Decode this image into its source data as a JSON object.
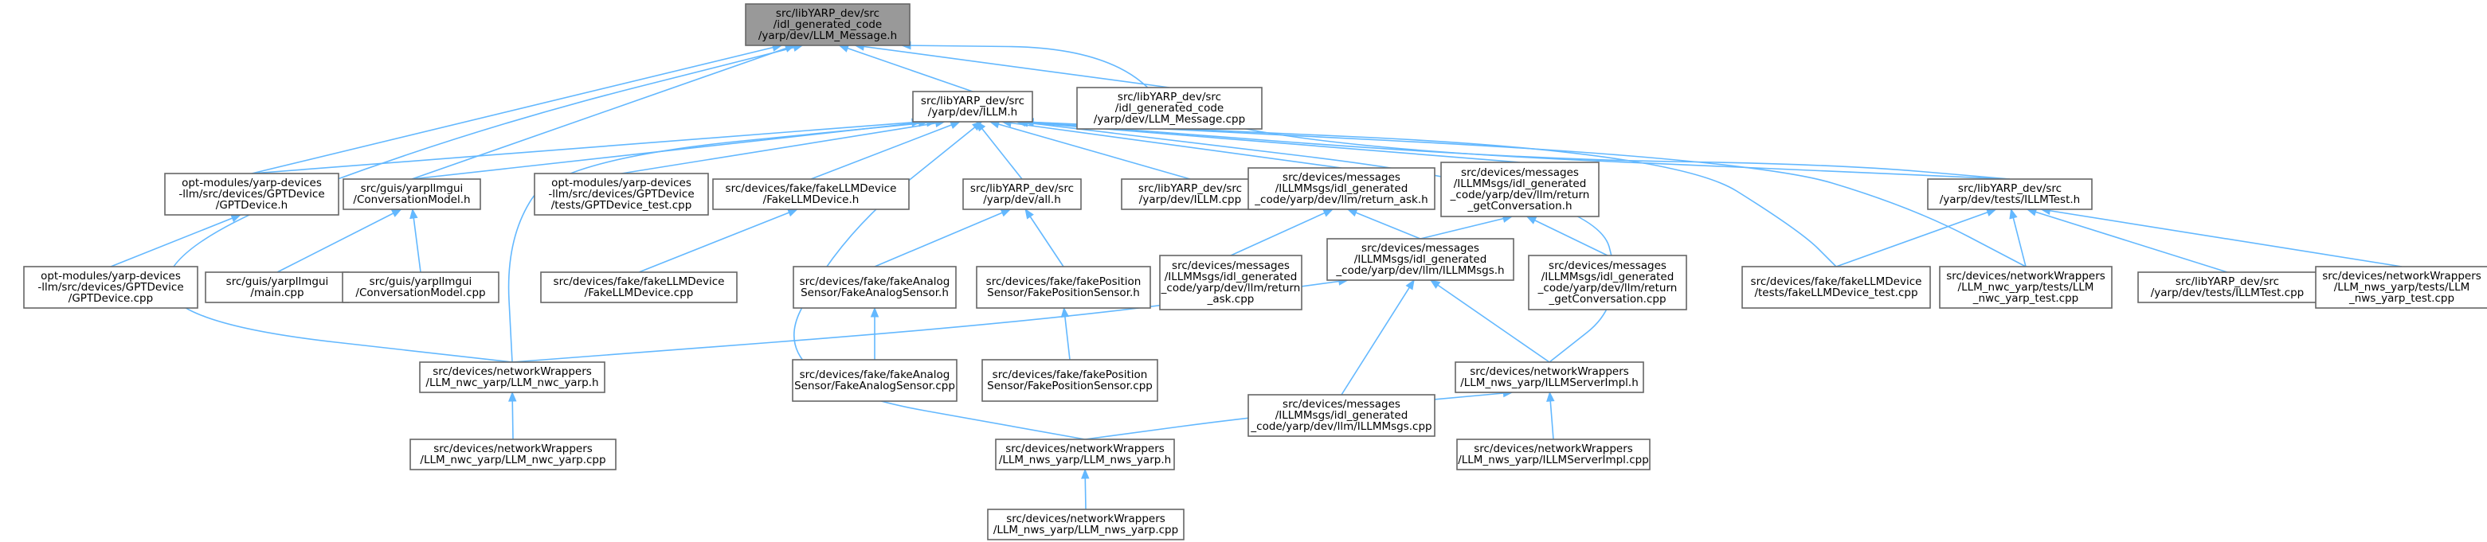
{
  "graph": {
    "nodes": [
      {
        "id": "llm_message_h",
        "lines": [
          "src/libYARP_dev/src",
          "/idl_generated_code",
          "/yarp/dev/LLM_Message.h"
        ],
        "highlight": true
      },
      {
        "id": "illm_h",
        "lines": [
          "src/libYARP_dev/src",
          "/yarp/dev/ILLM.h"
        ]
      },
      {
        "id": "llm_message_cpp",
        "lines": [
          "src/libYARP_dev/src",
          "/idl_generated_code",
          "/yarp/dev/LLM_Message.cpp"
        ]
      },
      {
        "id": "gptdevice_h",
        "lines": [
          "opt-modules/yarp-devices",
          "-llm/src/devices/GPTDevice",
          "/GPTDevice.h"
        ]
      },
      {
        "id": "conversationmodel_h",
        "lines": [
          "src/guis/yarpllmgui",
          "/ConversationModel.h"
        ]
      },
      {
        "id": "gptdevice_test_cpp",
        "lines": [
          "opt-modules/yarp-devices",
          "-llm/src/devices/GPTDevice",
          "/tests/GPTDevice_test.cpp"
        ]
      },
      {
        "id": "fakellmdevice_h",
        "lines": [
          "src/devices/fake/fakeLLMDevice",
          "/FakeLLMDevice.h"
        ]
      },
      {
        "id": "all_h",
        "lines": [
          "src/libYARP_dev/src",
          "/yarp/dev/all.h"
        ]
      },
      {
        "id": "illm_cpp",
        "lines": [
          "src/libYARP_dev/src",
          "/yarp/dev/ILLM.cpp"
        ]
      },
      {
        "id": "return_ask_h",
        "lines": [
          "src/devices/messages",
          "/ILLMMsgs/idl_generated",
          "_code/yarp/dev/llm/return_ask.h"
        ]
      },
      {
        "id": "return_getconversation_h",
        "lines": [
          "src/devices/messages",
          "/ILLMMsgs/idl_generated",
          "_code/yarp/dev/llm/return",
          "_getConversation.h"
        ]
      },
      {
        "id": "illmtest_h",
        "lines": [
          "src/libYARP_dev/src",
          "/yarp/dev/tests/ILLMTest.h"
        ]
      },
      {
        "id": "gptdevice_cpp",
        "lines": [
          "opt-modules/yarp-devices",
          "-llm/src/devices/GPTDevice",
          "/GPTDevice.cpp"
        ]
      },
      {
        "id": "main_cpp",
        "lines": [
          "src/guis/yarpllmgui",
          "/main.cpp"
        ]
      },
      {
        "id": "conversationmodel_cpp",
        "lines": [
          "src/guis/yarpllmgui",
          "/ConversationModel.cpp"
        ]
      },
      {
        "id": "fakellmdevice_cpp",
        "lines": [
          "src/devices/fake/fakeLLMDevice",
          "/FakeLLMDevice.cpp"
        ]
      },
      {
        "id": "fakeanalogsensor_h",
        "lines": [
          "src/devices/fake/fakeAnalog",
          "Sensor/FakeAnalogSensor.h"
        ]
      },
      {
        "id": "fakepositionsensor_h",
        "lines": [
          "src/devices/fake/fakePosition",
          "Sensor/FakePositionSensor.h"
        ]
      },
      {
        "id": "return_ask_cpp",
        "lines": [
          "src/devices/messages",
          "/ILLMMsgs/idl_generated",
          "_code/yarp/dev/llm/return",
          "_ask.cpp"
        ]
      },
      {
        "id": "illmmsgs_h",
        "lines": [
          "src/devices/messages",
          "/ILLMMsgs/idl_generated",
          "_code/yarp/dev/llm/ILLMMsgs.h"
        ]
      },
      {
        "id": "return_getconversation_cpp",
        "lines": [
          "src/devices/messages",
          "/ILLMMsgs/idl_generated",
          "_code/yarp/dev/llm/return",
          "_getConversation.cpp"
        ]
      },
      {
        "id": "fakellmdevice_test_cpp",
        "lines": [
          "src/devices/fake/fakeLLMDevice",
          "/tests/fakeLLMDevice_test.cpp"
        ]
      },
      {
        "id": "llm_nwc_yarp_test_cpp",
        "lines": [
          "src/devices/networkWrappers",
          "/LLM_nwc_yarp/tests/LLM",
          "_nwc_yarp_test.cpp"
        ]
      },
      {
        "id": "illmtest_cpp",
        "lines": [
          "src/libYARP_dev/src",
          "/yarp/dev/tests/ILLMTest.cpp"
        ]
      },
      {
        "id": "llm_nws_yarp_test_cpp",
        "lines": [
          "src/devices/networkWrappers",
          "/LLM_nws_yarp/tests/LLM",
          "_nws_yarp_test.cpp"
        ]
      },
      {
        "id": "llm_nwc_yarp_h",
        "lines": [
          "src/devices/networkWrappers",
          "/LLM_nwc_yarp/LLM_nwc_yarp.h"
        ]
      },
      {
        "id": "fakeanalogsensor_cpp",
        "lines": [
          "src/devices/fake/fakeAnalog",
          "Sensor/FakeAnalogSensor.cpp"
        ]
      },
      {
        "id": "fakepositionsensor_cpp",
        "lines": [
          "src/devices/fake/fakePosition",
          "Sensor/FakePositionSensor.cpp"
        ]
      },
      {
        "id": "illmmsgs_cpp",
        "lines": [
          "src/devices/messages",
          "/ILLMMsgs/idl_generated",
          "_code/yarp/dev/llm/ILLMMsgs.cpp"
        ]
      },
      {
        "id": "illmserverimpl_h",
        "lines": [
          "src/devices/networkWrappers",
          "/LLM_nws_yarp/ILLMServerImpl.h"
        ]
      },
      {
        "id": "llm_nwc_yarp_cpp",
        "lines": [
          "src/devices/networkWrappers",
          "/LLM_nwc_yarp/LLM_nwc_yarp.cpp"
        ]
      },
      {
        "id": "llm_nws_yarp_h",
        "lines": [
          "src/devices/networkWrappers",
          "/LLM_nws_yarp/LLM_nws_yarp.h"
        ]
      },
      {
        "id": "illmserverimpl_cpp",
        "lines": [
          "src/devices/networkWrappers",
          "/LLM_nws_yarp/ILLMServerImpl.cpp"
        ]
      },
      {
        "id": "llm_nws_yarp_cpp",
        "lines": [
          "src/devices/networkWrappers",
          "/LLM_nws_yarp/LLM_nws_yarp.cpp"
        ]
      }
    ],
    "edges": [
      {
        "from": "illm_h",
        "to": "llm_message_h"
      },
      {
        "from": "llm_message_cpp",
        "to": "llm_message_h"
      },
      {
        "from": "gptdevice_h",
        "to": "llm_message_h"
      },
      {
        "from": "conversationmodel_h",
        "to": "llm_message_h"
      },
      {
        "from": "llm_nwc_yarp_h",
        "to": "llm_message_h"
      },
      {
        "from": "illmtest_h",
        "to": "llm_message_h"
      },
      {
        "from": "gptdevice_h",
        "to": "illm_h"
      },
      {
        "from": "conversationmodel_h",
        "to": "illm_h"
      },
      {
        "from": "gptdevice_test_cpp",
        "to": "illm_h"
      },
      {
        "from": "fakellmdevice_h",
        "to": "illm_h"
      },
      {
        "from": "all_h",
        "to": "illm_h"
      },
      {
        "from": "illm_cpp",
        "to": "illm_h"
      },
      {
        "from": "return_ask_h",
        "to": "illm_h"
      },
      {
        "from": "return_getconversation_h",
        "to": "illm_h"
      },
      {
        "from": "illmtest_h",
        "to": "illm_h"
      },
      {
        "from": "fakellmdevice_test_cpp",
        "to": "illm_h"
      },
      {
        "from": "llm_nwc_yarp_test_cpp",
        "to": "illm_h"
      },
      {
        "from": "llm_nwc_yarp_h",
        "to": "illm_h"
      },
      {
        "from": "illmserverimpl_h",
        "to": "illm_h"
      },
      {
        "from": "llm_nws_yarp_h",
        "to": "illm_h"
      },
      {
        "from": "gptdevice_cpp",
        "to": "gptdevice_h"
      },
      {
        "from": "main_cpp",
        "to": "conversationmodel_h"
      },
      {
        "from": "conversationmodel_cpp",
        "to": "conversationmodel_h"
      },
      {
        "from": "fakellmdevice_cpp",
        "to": "fakellmdevice_h"
      },
      {
        "from": "fakeanalogsensor_h",
        "to": "all_h"
      },
      {
        "from": "fakepositionsensor_h",
        "to": "all_h"
      },
      {
        "from": "fakeanalogsensor_cpp",
        "to": "fakeanalogsensor_h"
      },
      {
        "from": "fakepositionsensor_cpp",
        "to": "fakepositionsensor_h"
      },
      {
        "from": "return_ask_cpp",
        "to": "return_ask_h"
      },
      {
        "from": "illmmsgs_h",
        "to": "return_ask_h"
      },
      {
        "from": "illmmsgs_h",
        "to": "return_getconversation_h"
      },
      {
        "from": "return_getconversation_cpp",
        "to": "return_getconversation_h"
      },
      {
        "from": "llm_nwc_yarp_h",
        "to": "illmmsgs_h"
      },
      {
        "from": "illmmsgs_cpp",
        "to": "illmmsgs_h"
      },
      {
        "from": "illmserverimpl_h",
        "to": "illmmsgs_h"
      },
      {
        "from": "fakellmdevice_test_cpp",
        "to": "illmtest_h"
      },
      {
        "from": "llm_nwc_yarp_test_cpp",
        "to": "illmtest_h"
      },
      {
        "from": "illmtest_cpp",
        "to": "illmtest_h"
      },
      {
        "from": "llm_nws_yarp_test_cpp",
        "to": "illmtest_h"
      },
      {
        "from": "llm_nwc_yarp_cpp",
        "to": "llm_nwc_yarp_h"
      },
      {
        "from": "llm_nws_yarp_h",
        "to": "illmserverimpl_h"
      },
      {
        "from": "illmserverimpl_cpp",
        "to": "illmserverimpl_h"
      },
      {
        "from": "llm_nws_yarp_cpp",
        "to": "llm_nws_yarp_h"
      }
    ],
    "colors": {
      "edge": "#63b8ff",
      "node_border": "#666666",
      "node_fill": "#ffffff",
      "highlight_fill": "#999999",
      "text": "#000000"
    }
  }
}
